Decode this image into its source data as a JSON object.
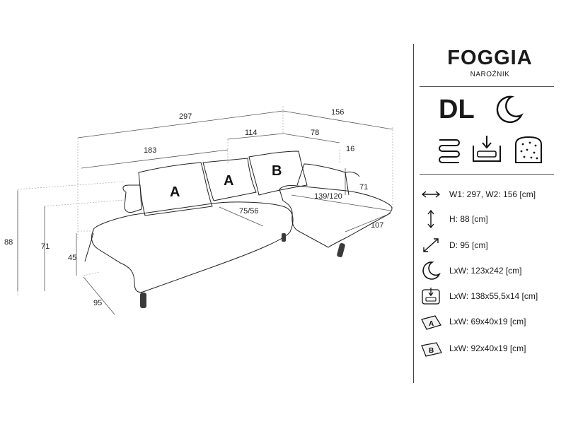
{
  "product": {
    "name": "FOGGIA",
    "type": "NAROŻNIK",
    "version": "DL"
  },
  "icons": {
    "sleep": "crescent-moon-icon",
    "spring": "spring-coil-icon",
    "storage": "storage-box-icon",
    "foam": "foam-cushion-icon"
  },
  "dimensions": {
    "total_width": "297",
    "chaise_width": "156",
    "left_section": "183",
    "middle_section": "114",
    "chaise_top": "78",
    "arm_offset": "16",
    "height_total": "88",
    "height_back": "71",
    "height_seat": "45",
    "depth": "95",
    "seat_depth": "75/56",
    "chaise_length": "139/120",
    "chaise_back_height": "71",
    "chaise_depth": "107"
  },
  "cushions": [
    "A",
    "A",
    "B"
  ],
  "specs": [
    {
      "icon": "width-arrows-icon",
      "text": "W1: 297, W2: 156 [cm]"
    },
    {
      "icon": "height-arrows-icon",
      "text": "H: 88 [cm]"
    },
    {
      "icon": "depth-arrows-icon",
      "text": "D: 95 [cm]"
    },
    {
      "icon": "crescent-moon-icon",
      "text": "LxW: 123x242 [cm]"
    },
    {
      "icon": "storage-box-icon",
      "text": "LxW: 138x55,5x14 [cm]"
    },
    {
      "icon": "cushion-a-icon",
      "label": "A",
      "text": "LxW: 69x40x19 [cm]"
    },
    {
      "icon": "cushion-b-icon",
      "label": "B",
      "text": "LxW: 92x40x19 [cm]"
    }
  ]
}
